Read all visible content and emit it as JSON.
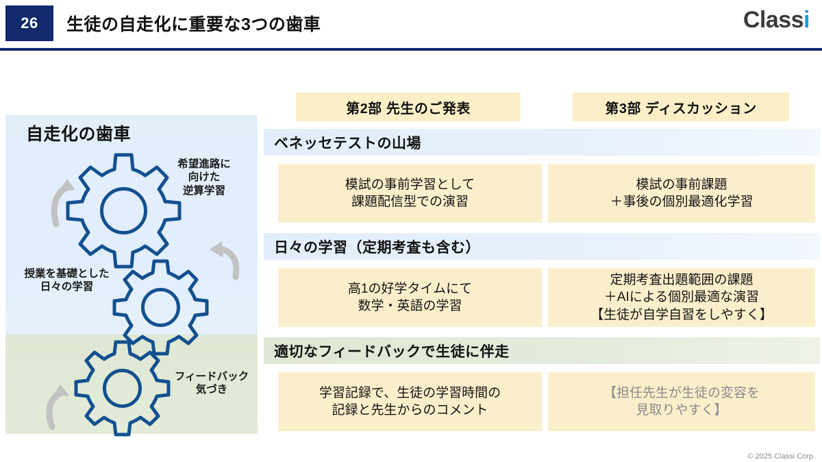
{
  "header": {
    "page_number": "26",
    "title": "生徒の自走化に重要な3つの歯車",
    "logo_main": "Class",
    "logo_accent": "i",
    "rule_color": "#12296b",
    "badge_color": "#12296b",
    "logo_accent_color": "#1a9ae0"
  },
  "gear_panel": {
    "title": "自走化の歯車",
    "labels": [
      "希望進路に\n向けた\n逆算学習",
      "授業を基礎とした\n日々の学習",
      "フィードバック\n気づき"
    ],
    "gear_stroke_color": "#13508f",
    "arrow_color": "#bcbcbc",
    "bg_top_color": "#e3eefb",
    "bg_bottom_color": "#dfe8d4"
  },
  "columns": [
    {
      "label": "第2部  先生のご発表"
    },
    {
      "label": "第3部  ディスカッション"
    }
  ],
  "rows": [
    {
      "band_label": "ベネッセテストの山場",
      "band_tone": "blue",
      "cells": [
        {
          "text": "模試の事前学習として\n課題配信型での演習",
          "muted": false
        },
        {
          "text": "模試の事前課題\n＋事後の個別最適化学習",
          "muted": false
        }
      ]
    },
    {
      "band_label": "日々の学習（定期考査も含む）",
      "band_tone": "blue",
      "cells": [
        {
          "text": "高1の好学タイムにて\n数学・英語の学習",
          "muted": false
        },
        {
          "text": "定期考査出題範囲の課題\n＋AIによる個別最適な演習\n【生徒が自学自習をしやすく】",
          "muted": false
        }
      ]
    },
    {
      "band_label": "適切なフィードバックで生徒に伴走",
      "band_tone": "green",
      "cells": [
        {
          "text": "学習記録で、生徒の学習時間の\n記録と先生からのコメント",
          "muted": false
        },
        {
          "text": "【担任先生が生徒の変容を\n見取りやすく】",
          "muted": true
        }
      ]
    }
  ],
  "footer": {
    "copyright": "© 2025 Classi Corp."
  },
  "cell_bg_color": "#fbeecb",
  "column_header_bg_color": "#fcefc8"
}
